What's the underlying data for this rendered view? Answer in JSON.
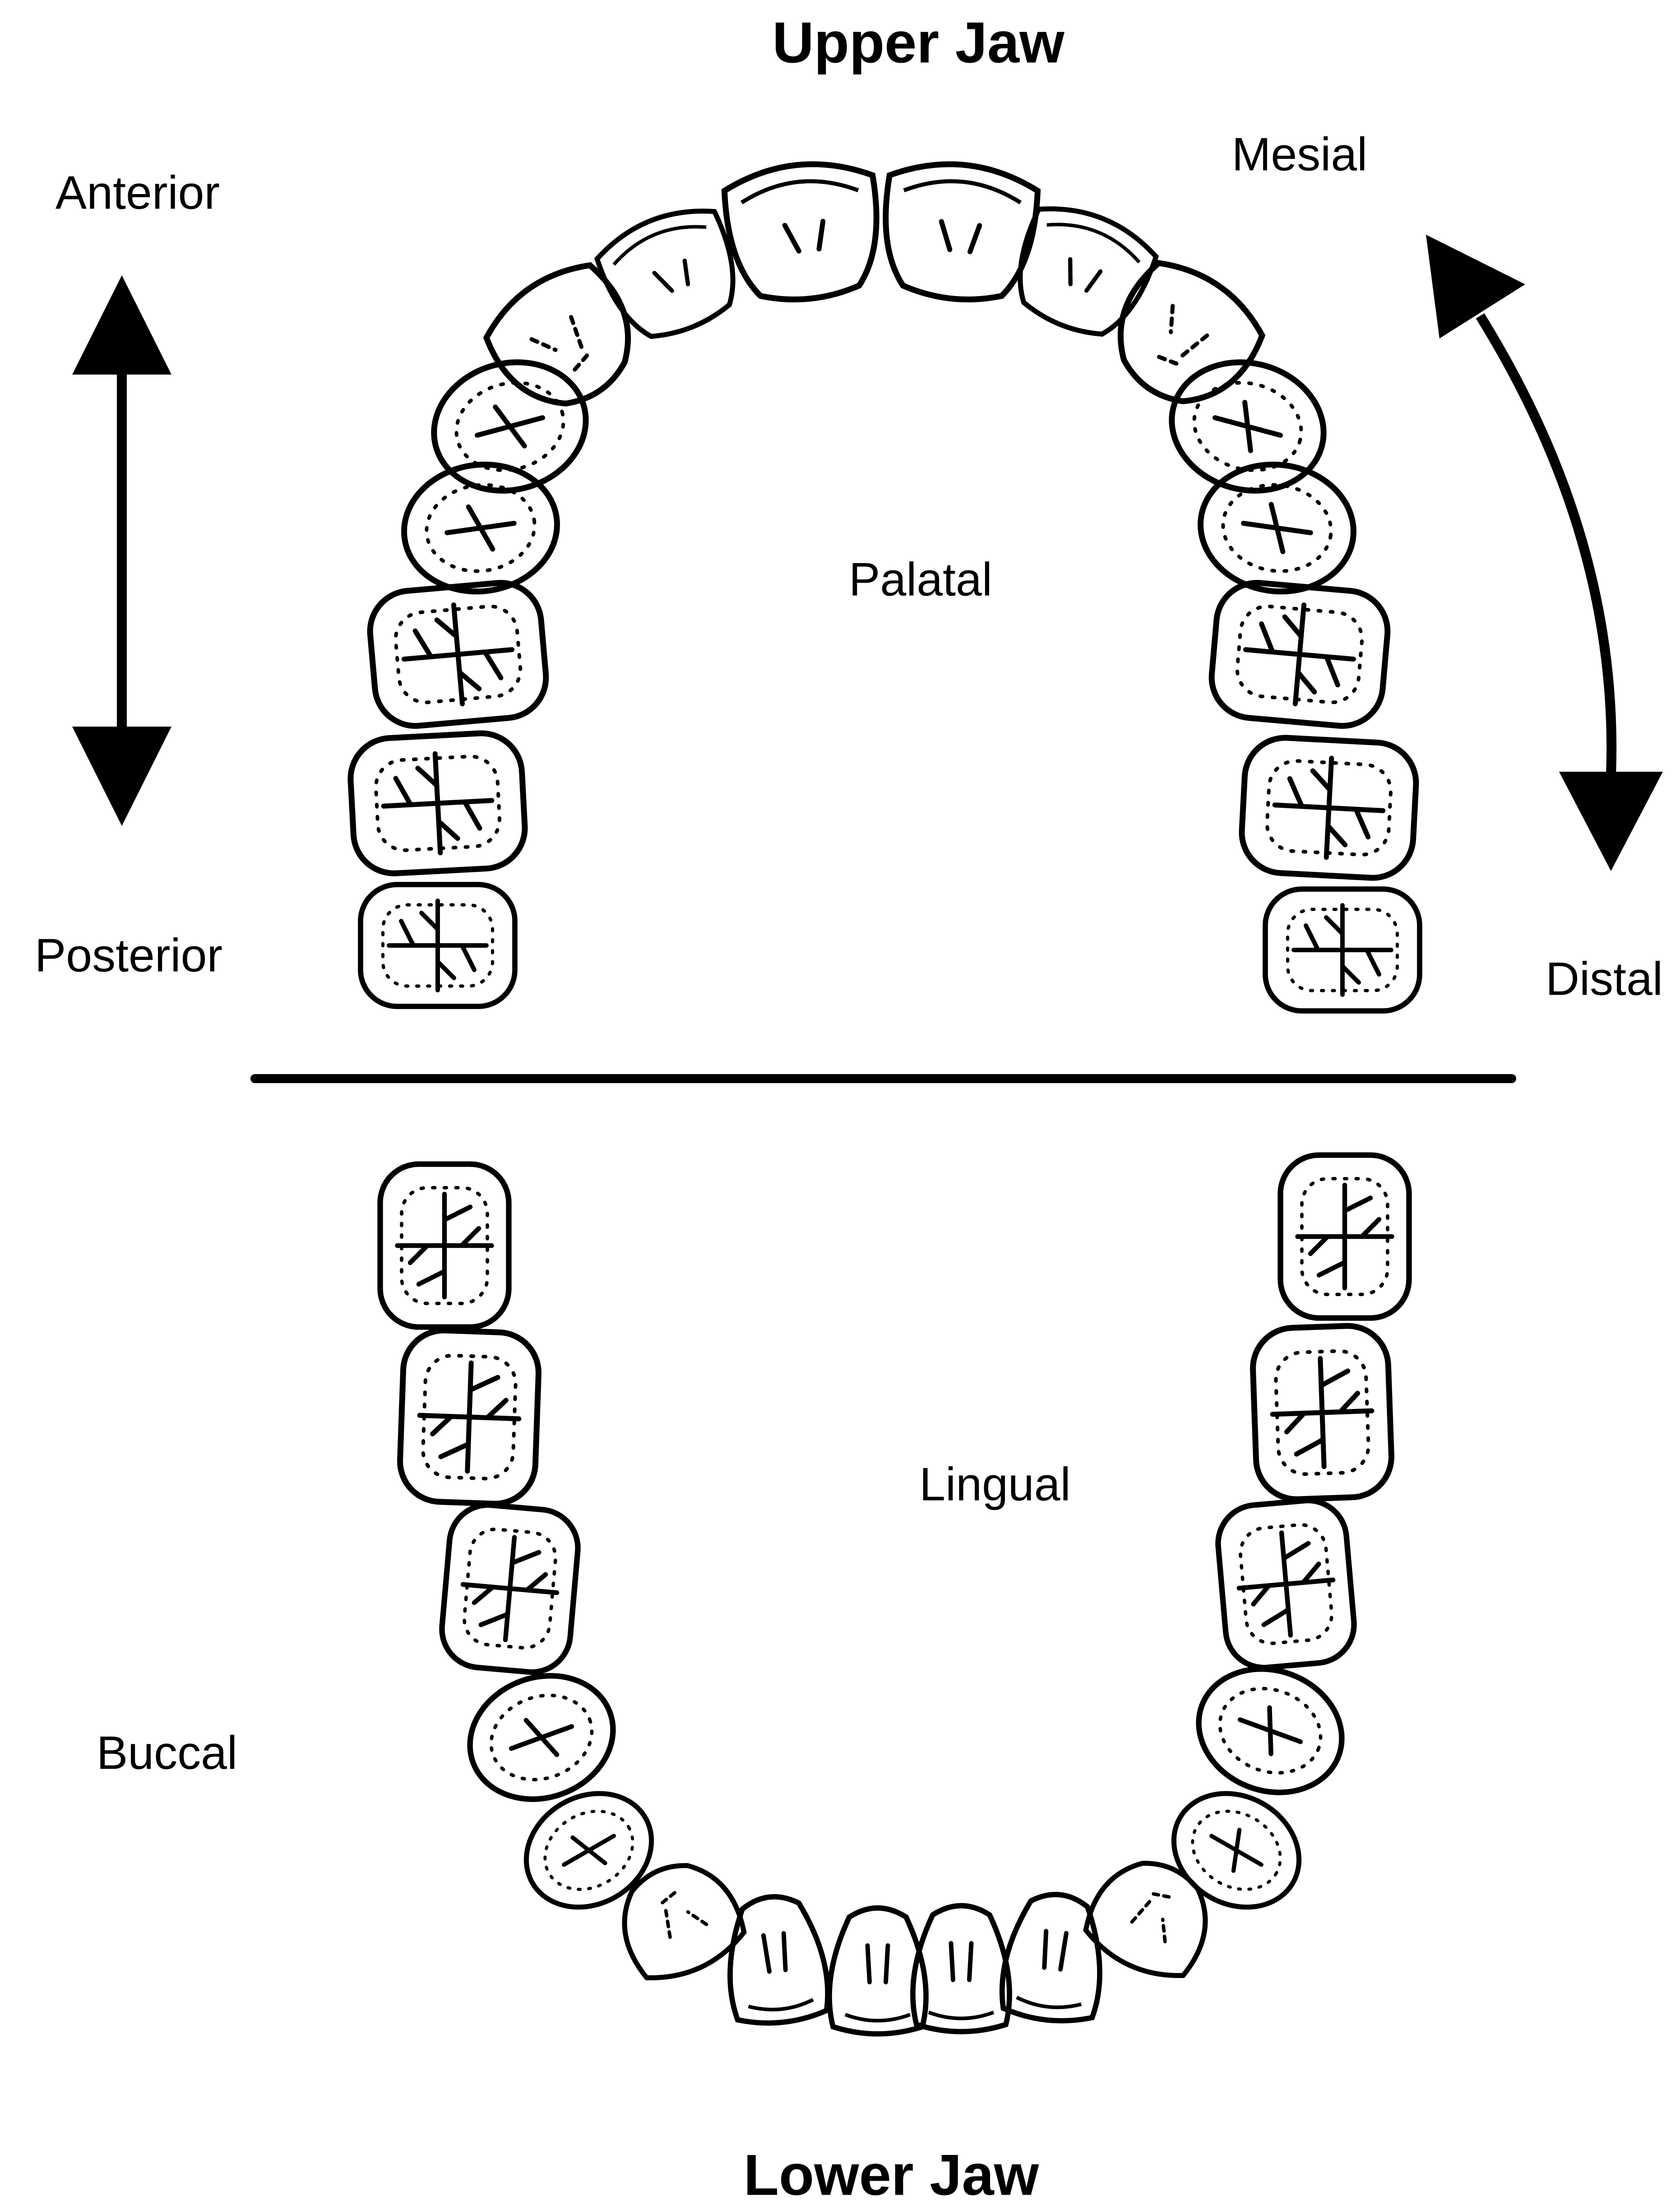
{
  "titles": {
    "upper": "Upper Jaw",
    "lower": "Lower Jaw"
  },
  "labels": {
    "anterior": "Anterior",
    "posterior": "Posterior",
    "mesial": "Mesial",
    "distal": "Distal",
    "palatal": "Palatal",
    "lingual": "Lingual",
    "buccal": "Buccal"
  }
}
